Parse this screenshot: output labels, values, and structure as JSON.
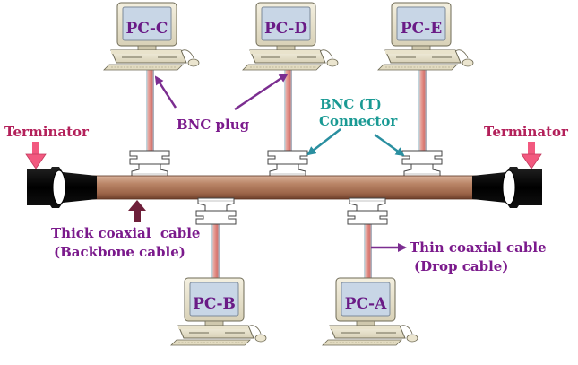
{
  "pcs": {
    "pc_c": "PC-C",
    "pc_d": "PC-D",
    "pc_e": "PC-E",
    "pc_b": "PC-B",
    "pc_a": "PC-A"
  },
  "labels": {
    "terminator_left": "Terminator",
    "terminator_right": "Terminator",
    "bnc_plug": "BNC plug",
    "bnc_t_line1": "BNC (T)",
    "bnc_t_line2": "Connector",
    "thick_line1": "Thick coaxial  cable",
    "thick_line2": "(Backbone cable)",
    "thin_line1": "Thin coaxial cable",
    "thin_line2": "(Drop cable)"
  },
  "colors": {
    "label_purple": "#7b1a8c",
    "terminator_red": "#b3205a",
    "connector_teal": "#1a9a94",
    "backbone": "#b98466",
    "drop_cable": "#e0877e",
    "terminator_body": "#000000",
    "pc_beige": "#ebe5cf",
    "screen_blue": "#c8d6e6"
  }
}
